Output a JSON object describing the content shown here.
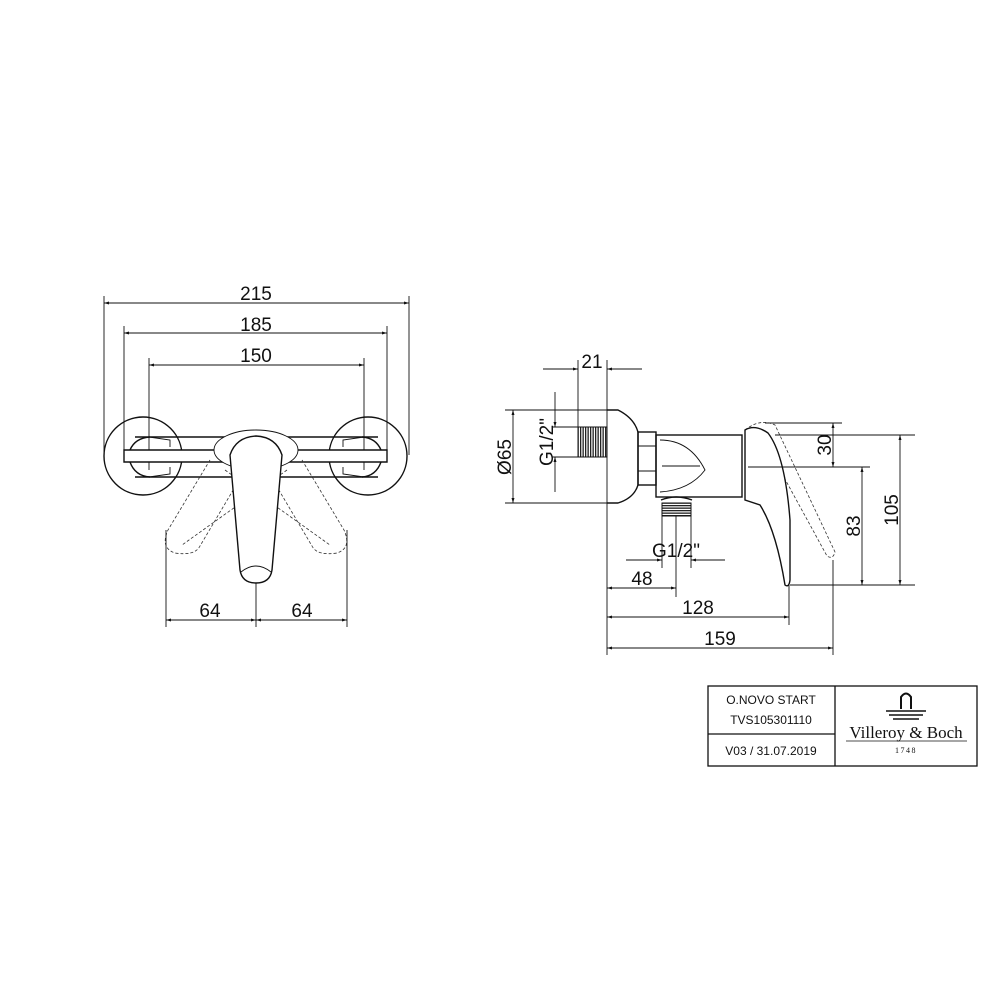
{
  "front_view": {
    "dim_overall_width": "215",
    "dim_rosette_width": "185",
    "dim_center_distance": "150",
    "dim_lever_left": "64",
    "dim_lever_right": "64"
  },
  "side_view": {
    "dim_thread_length": "21",
    "dim_rosette_diameter": "Ø65",
    "dim_inlet_thread": "G1/2\"",
    "dim_outlet_thread": "G1/2\"",
    "dim_outlet_offset": "48",
    "dim_lever_depth": "128",
    "dim_total_depth": "159",
    "dim_lever_top": "30",
    "dim_lever_height": "83",
    "dim_total_height": "105"
  },
  "title_block": {
    "product_name": "O.NOVO START",
    "article_number": "TVS105301110",
    "version_date": "V03 / 31.07.2019",
    "brand": "Villeroy & Boch",
    "brand_year": "1748"
  }
}
